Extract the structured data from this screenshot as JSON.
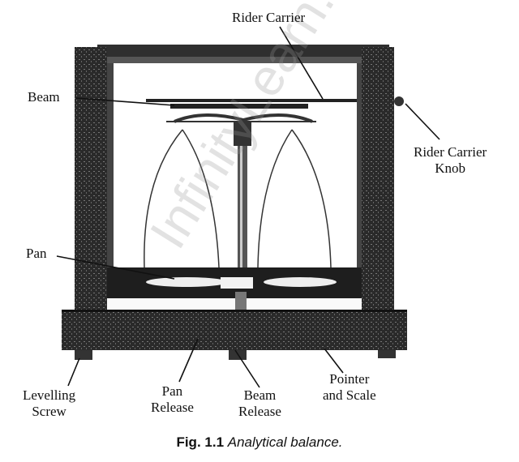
{
  "figure": {
    "labels": {
      "rider_carrier": "Rider Carrier",
      "beam": "Beam",
      "rider_carrier_knob_1": "Rider Carrier",
      "rider_carrier_knob_2": "Knob",
      "pan": "Pan",
      "levelling_screw_1": "Levelling",
      "levelling_screw_2": "Screw",
      "pan_release_1": "Pan",
      "pan_release_2": "Release",
      "beam_release_1": "Beam",
      "beam_release_2": "Release",
      "pointer_scale_1": "Pointer",
      "pointer_scale_2": "and Scale"
    },
    "caption_number": "Fig. 1.1",
    "caption_text": "Analytical balance.",
    "watermark": "InfinityLearn.com"
  }
}
